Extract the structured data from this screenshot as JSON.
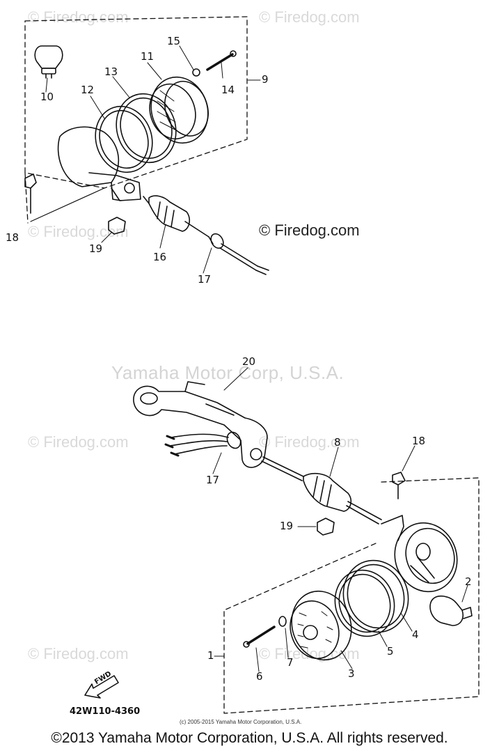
{
  "watermarks": {
    "firedog": "© Firedog.com",
    "corp": "Yamaha Motor Corp, U.S.A."
  },
  "callouts": {
    "c1": "1",
    "c2": "2",
    "c3": "3",
    "c4": "4",
    "c5": "5",
    "c6": "6",
    "c7": "7",
    "c8": "8",
    "c9": "9",
    "c10": "10",
    "c11": "11",
    "c12": "12",
    "c13": "13",
    "c14": "14",
    "c15": "15",
    "c16": "16",
    "c17a": "17",
    "c17b": "17",
    "c18a": "18",
    "c18b": "18",
    "c19a": "19",
    "c19b": "19",
    "c20": "20"
  },
  "fwd_label": "FWD",
  "diagram_code": "42W110-4360",
  "small_copyright": "(c) 2005-2015 Yamaha Motor Corporation, U.S.A.",
  "footer_copyright": "©2013 Yamaha Motor Corporation, U.S.A. All rights reserved."
}
